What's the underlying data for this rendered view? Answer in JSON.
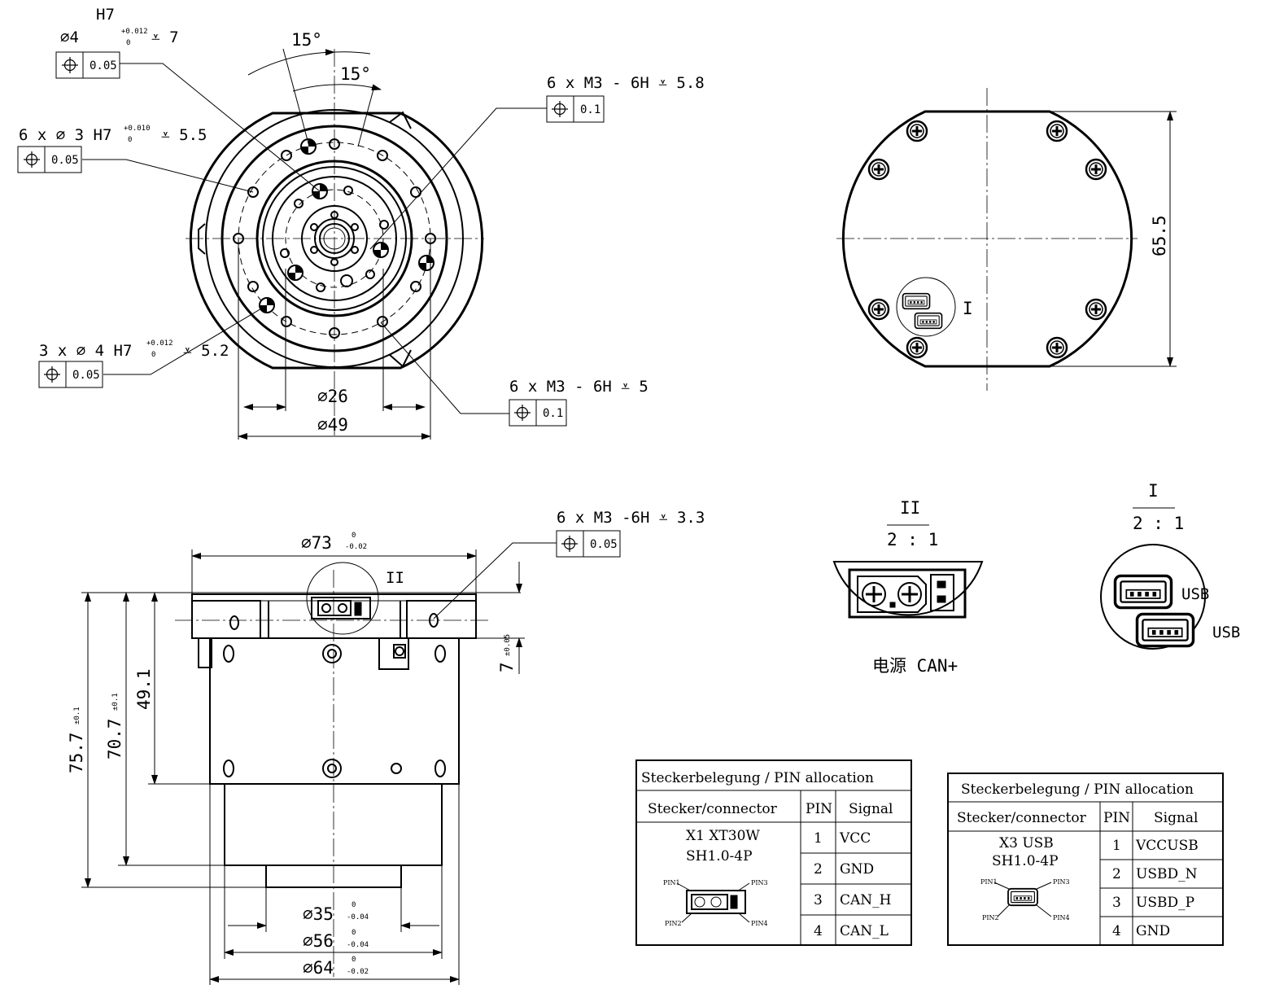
{
  "front_view": {
    "h7_label": "H7",
    "bore4_dia": "∅4",
    "bore4_tol_upper": "+0.012",
    "bore4_tol_lower": "0",
    "bore4_depth": "⩡ 7",
    "fcf_bore4": "0.05",
    "angle_outer": "15°",
    "angle_inner": "15°",
    "holes_6x3": "6 x ∅ 3 H7",
    "holes_6x3_tol_upper": "+0.010",
    "holes_6x3_tol_lower": "0",
    "holes_6x3_depth": "⩡ 5.5",
    "fcf_6x3": "0.05",
    "holes_3x4": "3 x ∅ 4 H7",
    "holes_3x4_tol_upper": "+0.012",
    "holes_3x4_tol_lower": "0",
    "holes_3x4_depth": "⩡ 5.2",
    "fcf_3x4": "0.05",
    "thread_top": "6 x  M3 - 6H ⩡ 5.8",
    "fcf_thread_top": "0.1",
    "thread_bottom": "6 x  M3 - 6H ⩡ 5",
    "fcf_thread_bottom": "0.1",
    "dim_26": "∅26",
    "dim_49": "∅49"
  },
  "back_view": {
    "dim_65_5": "65.5",
    "detail_mark": "I"
  },
  "side_view": {
    "dia_73": "∅73",
    "dia_73_tol_upper": "0",
    "dia_73_tol_lower": "-0.02",
    "thread_side": "6 x  M3 -6H ⩡ 3.3",
    "fcf_thread_side": "0.05",
    "detail_mark": "II",
    "dim_75_7": "75.7",
    "dim_75_7_tol": "±0.1",
    "dim_70_7": "70.7",
    "dim_70_7_tol": "±0.1",
    "dim_49_1": "49.1",
    "dim_7": "7",
    "dim_7_tol": "±0.05",
    "dia_35": "∅35",
    "dia_35_tol_upper": "0",
    "dia_35_tol_lower": "-0.04",
    "dia_56": "∅56",
    "dia_56_tol_upper": "0",
    "dia_56_tol_lower": "-0.04",
    "dia_64": "∅64",
    "dia_64_tol_upper": "0",
    "dia_64_tol_lower": "-0.02"
  },
  "detail_ii": {
    "title": "II",
    "scale": "2 : 1",
    "caption": "电源 CAN+"
  },
  "detail_i": {
    "title": "I",
    "scale": "2 : 1",
    "usb_label_1": "USB",
    "usb_label_2": "USB"
  },
  "table_1": {
    "title": "Steckerbelegung / PIN allocation",
    "headers": [
      "Stecker/connector",
      "PIN",
      "Signal"
    ],
    "connector_name": "X1 XT30W",
    "connector_type": "SH1.0-4P",
    "pin_labels": [
      "PIN1",
      "PIN3",
      "PIN2",
      "PIN4"
    ],
    "rows": [
      {
        "pin": "1",
        "signal": "VCC"
      },
      {
        "pin": "2",
        "signal": "GND"
      },
      {
        "pin": "3",
        "signal": "CAN_H"
      },
      {
        "pin": "4",
        "signal": "CAN_L"
      }
    ]
  },
  "table_2": {
    "title": "Steckerbelegung / PIN allocation",
    "headers": [
      "Stecker/connector",
      "PIN",
      "Signal"
    ],
    "connector_name": "X3 USB",
    "connector_type": "SH1.0-4P",
    "pin_labels": [
      "PIN1",
      "PIN3",
      "PIN2",
      "PIN4"
    ],
    "rows": [
      {
        "pin": "1",
        "signal": "VCCUSB"
      },
      {
        "pin": "2",
        "signal": "USBD_N"
      },
      {
        "pin": "3",
        "signal": "USBD_P"
      },
      {
        "pin": "4",
        "signal": "GND"
      }
    ]
  }
}
